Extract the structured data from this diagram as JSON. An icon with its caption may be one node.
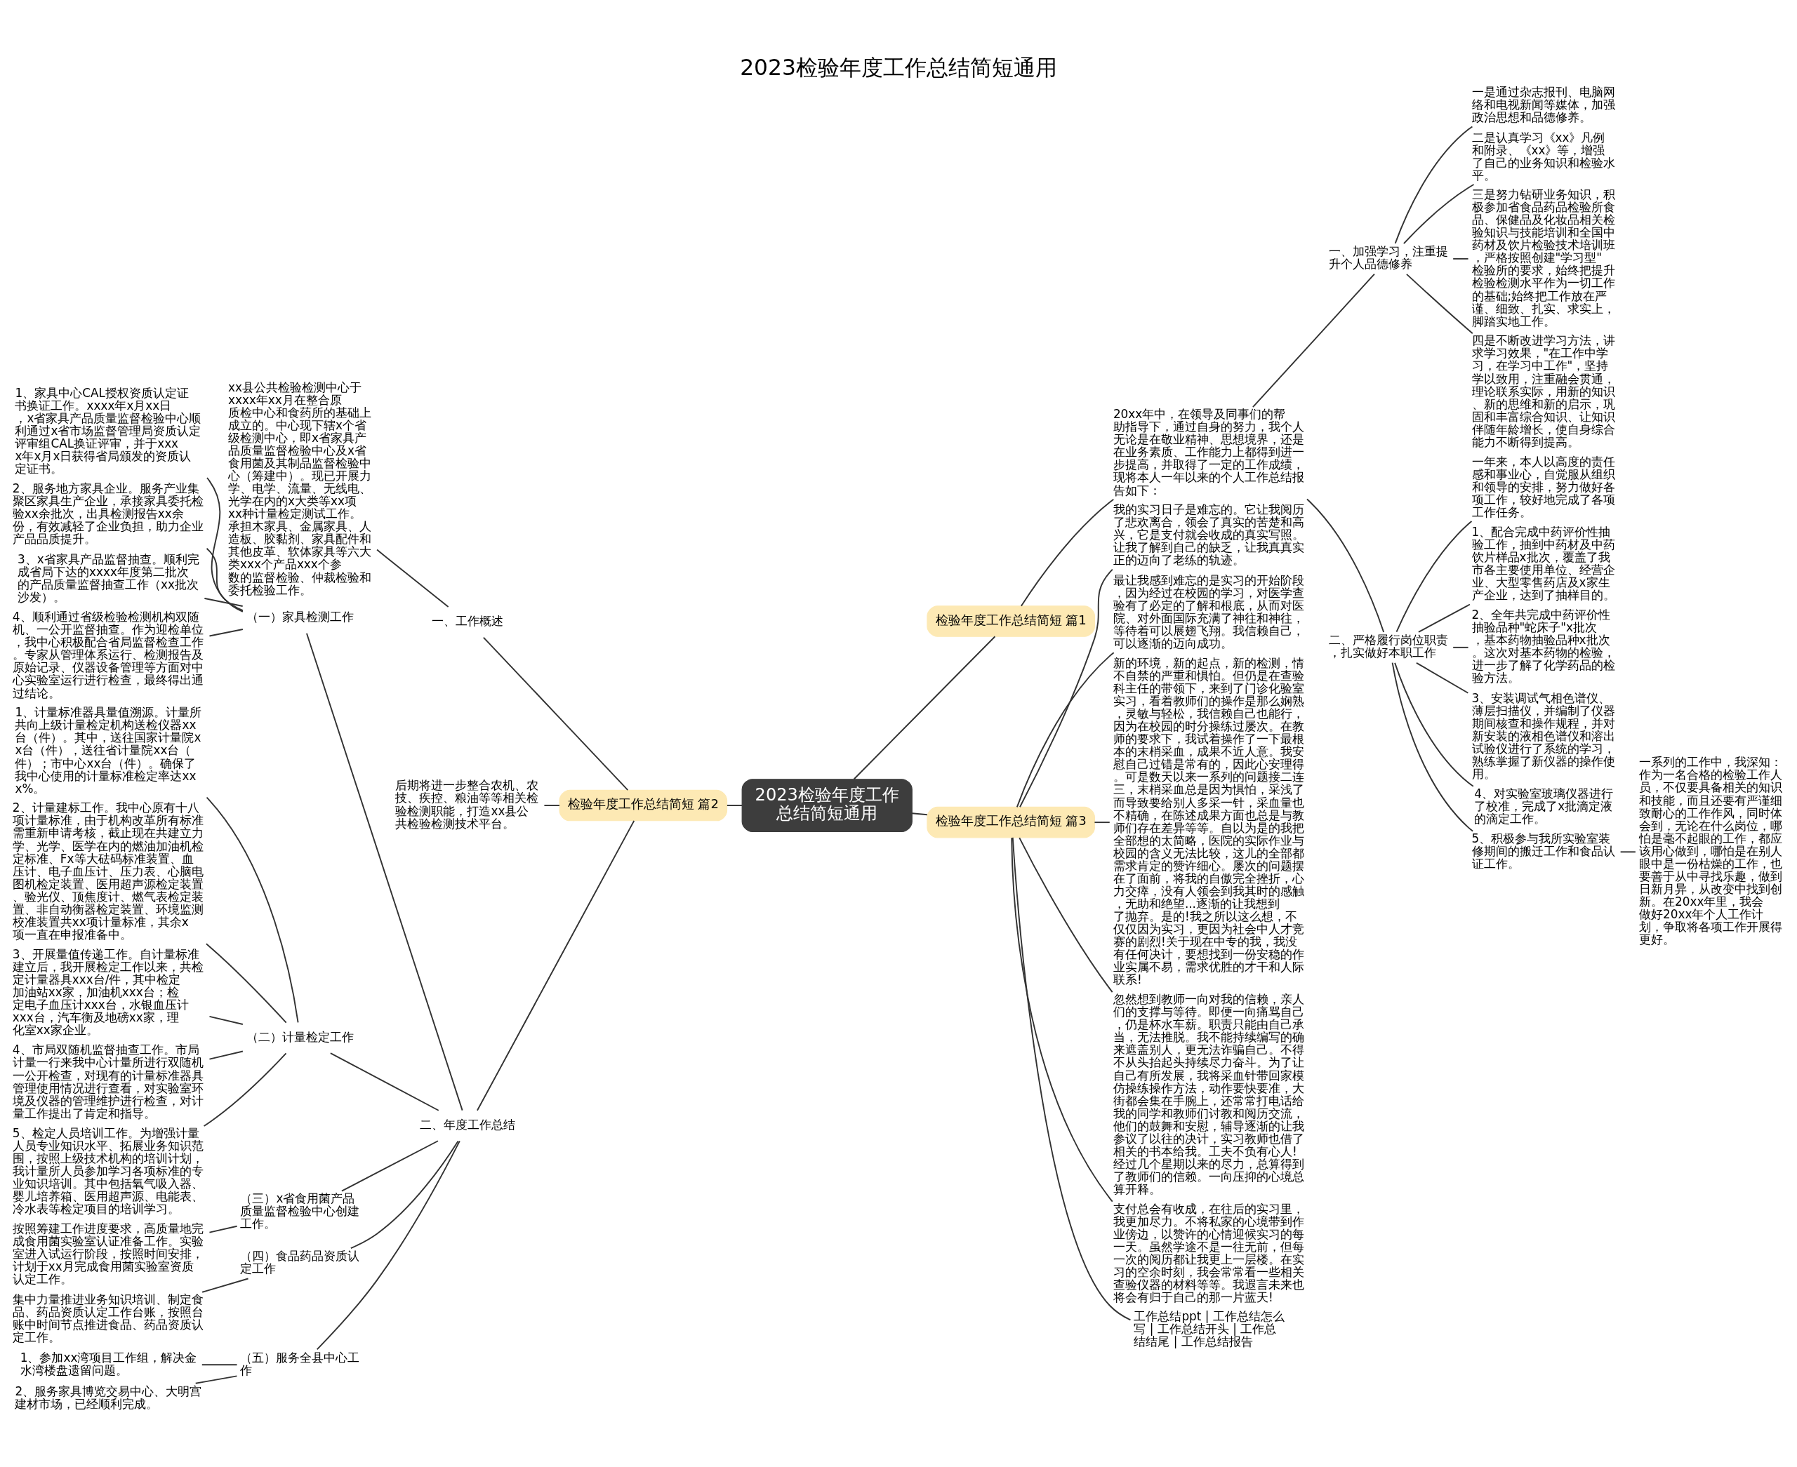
{
  "diagram": {
    "title": "2023检验年度工作总结简短通用",
    "nodes": [
      {
        "text": [
          "2023检验年度工作总结简短通用"
        ]
      },
      {
        "text": [
          "检验年度工作总结简短 篇1"
        ]
      },
      {
        "text": [
          "20xx年中，在领导及同事们的帮助指导下，通过自身的努力，我个人无论是在敬业精神、思想境界，还是在业务素质、工作能力上都得到进一步提高，并取得了一定的工作成绩，现将本人一年以来的个人工作总结报告如下："
        ]
      },
      {
        "text": [
          "一、加强学习，注重提升个人品德修养"
        ]
      },
      {
        "text": [
          "一是通过杂志报刊、电脑网络和电视新闻等媒体，加强政治思想和品德修养。"
        ]
      },
      {
        "text": [
          "二是认真学习《xx》凡例和附录、《xx》等，增强了自己的业务知识和检验水平。"
        ]
      },
      {
        "text": [
          "三是努力钻研业务知识，积极参加省食品药品检验所食品、保健品及化妆品相关检验知识与技能培训和全国中药材及饮片检验技术培训班，严格按照创建\"学习型\"检验所的要求，始终把提升检验检测水平作为一切工作的基础;始终把工作放在严谨、细致、扎实、求实上，脚踏实地工作。"
        ]
      },
      {
        "text": [
          "四是不断改进学习方法，讲求学习效果，\"在工作中学习，在学习中工作\"，坚持学以致用，注重融会贯通，理论联系实际，用新的知识、新的思维和新的启示，巩固和丰富综合知识、让知识伴随年龄增长，使自身综合能力不断得到提高。"
        ]
      },
      {
        "text": [
          "二、严格履行岗位职责，扎实做好本职工作"
        ]
      },
      {
        "text": [
          "一年来，本人以高度的责任感和事业心，自觉服从组织和领导的安排，努力做好各项工作，较好地完成了各项工作任务。"
        ]
      },
      {
        "text": [
          "1、配合完成中药评价性抽验工作，抽到中药材及中药饮片样品x批次，覆盖了我市各主要使用单位、经营企业、大型零售药店及x家生产企业，达到了抽样目的。"
        ]
      },
      {
        "text": [
          "2、全年共完成中药评价性抽验品种\"蛇床子\"x批次，基本药物抽验品种x批次。这次对基本药物的检验，进一步了解了化学药品的检验方法。"
        ]
      },
      {
        "text": [
          "3、安装调试气相色谱仪、薄层扫描仪，并编制了仪器期间核查和操作规程，并对新安装的液相色谱仪和溶出试验仪进行了系统的学习，熟练掌握了新仪器的操作使用。"
        ]
      },
      {
        "text": [
          "4、对实验室玻璃仪器进行了校准，完成了x批滴定液的滴定工作。"
        ]
      },
      {
        "text": [
          "5、积极参与我所实验室装修期间的搬迁工作和食品认证工作。"
        ]
      },
      {
        "text": [
          "一系列的工作中，我深知：作为一名合格的检验工作人员，不仅要具备相关的知识和技能，而且还要有严谨细致耐心的工作作风，同时体会到，无论在什么岗位，哪怕是毫不起眼的工作，都应该用心做到，哪怕是在别人眼中是一份枯燥的工作，也要善于从中寻找乐趣，做到日新月异，从改变中找到创新。在20xx年里，我会做好20xx年个人工作计划，争取将各项工作开展得更好。"
        ]
      },
      {
        "text": [
          "检验年度工作总结简短 篇2"
        ]
      },
      {
        "text": [
          "一、工作概述"
        ]
      },
      {
        "text": [
          "xx县公共检验检测中心于xxxx年xx月在整合原质检中心和食药所的基础上成立的。中心现下辖x个省级检测中心，即x省家具产品质量监督检验中心及x省食用菌及其制品监督检验中心（筹建中）。现已开展力学、电学、流量、无线电、光学在内的x大类等xx项xx种计量检定测试工作。承担木家具、金属家具、人造板、胶黏剂、家具配件和其他皮革、软体家具等六大类xxx个产品xxx个参数的监督检验、仲裁检验和委托检验工作。"
        ]
      },
      {
        "text": [
          "后期将进一步整合农机、农技、疾控、粮油等等相关检验检测职能，打造xx县公共检验检测技术平台。"
        ]
      },
      {
        "text": [
          "二、年度工作总结"
        ]
      },
      {
        "text": [
          "（一）家具检测工作"
        ]
      },
      {
        "text": [
          "1、家具中心CAL授权资质认定证书换证工作。xxxx年x月xx日，x省家具产品质量监督检验中心顺利通过x省市场监督管理局资质认定评审组CAL换证评审，并于xxxx年x月x日获得省局颁发的资质认定证书。"
        ]
      },
      {
        "text": [
          "2、服务地方家具企业。服务产业集聚区家具生产企业，承接家具委托检验xx余批次，出具检测报告xx余份，有效减轻了企业负担，助力企业产品品质提升。"
        ]
      },
      {
        "text": [
          "3、x省家具产品监督抽查。顺利完成省局下达的xxxx年度第二批次的产品质量监督抽查工作（xx批次沙发）。"
        ]
      },
      {
        "text": [
          "4、顺利通过省级检验检测机构双随机、一公开监督抽查。作为迎检单位，我中心积极配合省局监督检查工作。专家从管理体系运行、检测报告及原始记录、仪器设备管理等方面对中心实验室运行进行检查，最终得出通过结论。"
        ]
      },
      {
        "text": [
          "（二）计量检定工作"
        ]
      },
      {
        "text": [
          "1、计量标准器具量值溯源。计量所共向上级计量检定机构送检仪器xx台（件）。其中，送往国家计量院xx台（件），送往省计量院xx台（件）；市中心xx台（件）。确保了我中心使用的计量标准检定率达xxx%。"
        ]
      },
      {
        "text": [
          "2、计量建标工作。我中心原有十八项计量标准，由于机构改革所有标准需重新申请考核，截止现在共建立力学、光学、医学在内的燃油加油机检定标准、Fx等大砝码标准装置、血压计、电子血压计、压力表、心脑电图机检定装置、医用超声源检定装置、验光仪、顶焦度计、燃气表检定装置、非自动衡器检定装置、环境监测校准装置共xx项计量标准，其余x项一直在申报准备中。"
        ]
      },
      {
        "text": [
          "3、开展量值传递工作。自计量标准建立后，我开展检定工作以来，共检定计量器具xxx台/件，其中检定加油站xx家，加油机xxx台；检定电子血压计xxx台，水银血压计xxx台，汽车衡及地磅xx家，理化室xx家企业。"
        ]
      },
      {
        "text": [
          "4、市局双随机监督抽查工作。市局计量一行来我中心计量所进行双随机一公开检查，对现有的计量标准器具管理使用情况进行查看，对实验室环境及仪器的管理维护进行检查，对计量工作提出了肯定和指导。"
        ]
      },
      {
        "text": [
          "5、检定人员培训工作。为增强计量人员专业知识水平、拓展业务知识范围，按照上级技术机构的培训计划，我计量所人员参加学习各项标准的专业知识培训。其中包括氧气吸入器、婴儿培养箱、医用超声源、电能表、冷水表等检定项目的培训学习。"
        ]
      },
      {
        "text": [
          "（三）x省食用菌产品质量监督检验中心创建工作。"
        ]
      },
      {
        "text": [
          "按照筹建工作进度要求，高质量地完成食用菌实验室认证准备工作。实验室进入试运行阶段，按照时间安排，计划于xx月完成食用菌实验室资质认定工作。"
        ]
      },
      {
        "text": [
          "（四）食品药品资质认定工作"
        ]
      },
      {
        "text": [
          "集中力量推进业务知识培训、制定食品、药品资质认定工作台账，按照台账中时间节点推进食品、药品资质认定工作。"
        ]
      },
      {
        "text": [
          "（五）服务全县中心工作"
        ]
      },
      {
        "text": [
          "1、参加xx湾项目工作组，解决金水湾楼盘遗留问题。"
        ]
      },
      {
        "text": [
          "2、服务家具博览交易中心、大明宫建材市场，已经顺利完成。"
        ]
      },
      {
        "text": [
          "检验年度工作总结简短 篇3"
        ]
      },
      {
        "text": [
          "我的实习日子是难忘的。它让我阅历了悲欢离合，领会了真实的苦楚和高兴，它是支付就会收成的真实写照。让我了解到自己的缺乏，让我真真实正的迈向了老练的轨迹。"
        ]
      },
      {
        "text": [
          "最让我感到难忘的是实习的开始阶段，因为经过在校园的学习，对医学查验有了必定的了解和根底，从而对医院、对外面国际充满了神往和神往，等待着可以展翅飞翔。我信赖自己，可以逐渐的迈向成功。"
        ]
      },
      {
        "text": [
          "新的环境，新的起点，新的检测，情不自禁的严重和惧怕。但仍是在查验科主任的带领下，来到了门诊化验室实习，看着教师们的操作是那么娴熟，灵敏与轻松，我信赖自己也能行，因为在校园的时分操练过屡次。在教师的要求下，我试着操作了一下最根本的末梢采血，成果不近人意。我安慰自己过错是常有的，因此心安理得。可是数天以来一系列的问题接二连三，末梢采血总是因为惧怕，采浅了而导致要给别人多采一针，采血量也不精确，在陈述成果方面也总是与教师们存在差异等等。自以为是的我把全部想的太简略，医院的实际作业与校园的含义无法比较，这儿的全部都需求肯定的赞许细心。屡次的问题摆在了面前，将我的自傲完全挫折，心力交瘁，没有人领会到我其时的感触，无助和绝望...逐渐的让我想到了抛弃。是的!我之所以这么想，不仅仅因为实习，更因为社会中人才竞赛的剧烈!关于现在中专的我，我没有任何决计，要想找到一份安稳的作业实属不易，需求优胜的才干和人际联系!"
        ]
      },
      {
        "text": [
          "忽然想到教师一向对我的信赖，亲人们的支撑与等待。即便一向痛骂自己，仍是杯水车薪。职责只能由自己承当，无法推脱。我不能持续编写的确来遮盖别人，更无法诈骗自己。不得不从头抬起头持续尽力奋斗。为了让自己有所发展，我将采血针带回家模仿操练操作方法，动作要快要准，大街都会集在手腕上，还常常打电话给我的同学和教师们讨教和阅历交流，他们的鼓舞和安慰，辅导逐渐的让我参议了以往的决计，实习教师也借了相关的书本给我。工夫不负有心人!经过几个星期以来的尽力，总算得到了教师们的信赖。一向压抑的心境总算开释。"
        ]
      },
      {
        "text": [
          "支付总会有收成，在往后的实习里，我更加尽力。不将私家的心境带到作业傍边，以赞许的心情迎候实习的每一天。虽然学途不是一往无前，但每一次的阅历都让我更上一层楼。在实习的空余时刻，我会常常看一些相关查验仪器的材料等等。我遐言未来也将会有归于自己的那一片蓝天!"
        ]
      },
      {
        "text": [
          "工作总结ppt | 工作总结怎么写 | 工作总结开头 | 工作总结结尾 | 工作总结报告"
        ]
      }
    ],
    "edges": [
      {
        "from": 0,
        "to": 1,
        "arrow": "none"
      },
      {
        "from": 1,
        "to": 2,
        "arrow": "none"
      },
      {
        "from": 2,
        "to": 3,
        "arrow": "none"
      },
      {
        "from": 3,
        "to": 4,
        "arrow": "none"
      },
      {
        "from": 3,
        "to": 5,
        "arrow": "none"
      },
      {
        "from": 3,
        "to": 6,
        "arrow": "none"
      },
      {
        "from": 3,
        "to": 7,
        "arrow": "none"
      },
      {
        "from": 2,
        "to": 8,
        "arrow": "none"
      },
      {
        "from": 8,
        "to": 9,
        "arrow": "none"
      },
      {
        "from": 8,
        "to": 10,
        "arrow": "none"
      },
      {
        "from": 8,
        "to": 11,
        "arrow": "none"
      },
      {
        "from": 8,
        "to": 12,
        "arrow": "none"
      },
      {
        "from": 8,
        "to": 13,
        "arrow": "none"
      },
      {
        "from": 8,
        "to": 14,
        "arrow": "none"
      },
      {
        "from": 14,
        "to": 15,
        "arrow": "none"
      },
      {
        "from": 0,
        "to": 16,
        "arrow": "none"
      },
      {
        "from": 16,
        "to": 17,
        "arrow": "none"
      },
      {
        "from": 17,
        "to": 18,
        "arrow": "none"
      },
      {
        "from": 16,
        "to": 19,
        "arrow": "none"
      },
      {
        "from": 16,
        "to": 20,
        "arrow": "none"
      },
      {
        "from": 20,
        "to": 21,
        "arrow": "none"
      },
      {
        "from": 21,
        "to": 22,
        "arrow": "none"
      },
      {
        "from": 21,
        "to": 23,
        "arrow": "none"
      },
      {
        "from": 21,
        "to": 24,
        "arrow": "none"
      },
      {
        "from": 21,
        "to": 25,
        "arrow": "none"
      },
      {
        "from": 20,
        "to": 26,
        "arrow": "none"
      },
      {
        "from": 26,
        "to": 27,
        "arrow": "none"
      },
      {
        "from": 26,
        "to": 28,
        "arrow": "none"
      },
      {
        "from": 26,
        "to": 29,
        "arrow": "none"
      },
      {
        "from": 26,
        "to": 30,
        "arrow": "none"
      },
      {
        "from": 26,
        "to": 31,
        "arrow": "none"
      },
      {
        "from": 20,
        "to": 32,
        "arrow": "none"
      },
      {
        "from": 32,
        "to": 33,
        "arrow": "none"
      },
      {
        "from": 20,
        "to": 34,
        "arrow": "none"
      },
      {
        "from": 34,
        "to": 35,
        "arrow": "none"
      },
      {
        "from": 20,
        "to": 36,
        "arrow": "none"
      },
      {
        "from": 36,
        "to": 37,
        "arrow": "none"
      },
      {
        "from": 36,
        "to": 38,
        "arrow": "none"
      },
      {
        "from": 0,
        "to": 39,
        "arrow": "none"
      },
      {
        "from": 39,
        "to": 40,
        "arrow": "none"
      },
      {
        "from": 39,
        "to": 41,
        "arrow": "none"
      },
      {
        "from": 39,
        "to": 42,
        "arrow": "none"
      },
      {
        "from": 39,
        "to": 43,
        "arrow": "none"
      },
      {
        "from": 39,
        "to": 44,
        "arrow": "none"
      },
      {
        "from": 39,
        "to": 45,
        "arrow": "none"
      }
    ]
  }
}
